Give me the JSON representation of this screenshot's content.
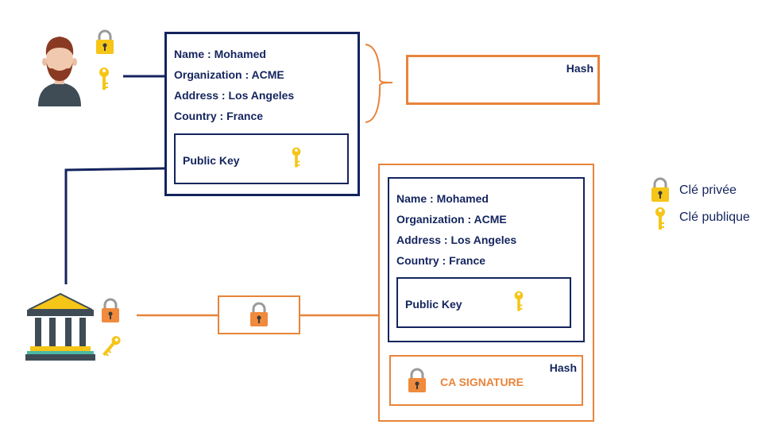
{
  "certificate_top": {
    "fields": [
      {
        "key": "Name",
        "value": "Mohamed"
      },
      {
        "key": "Organization",
        "value": "ACME"
      },
      {
        "key": "Address",
        "value": "Los Angeles"
      },
      {
        "key": "Country",
        "value": "France"
      }
    ],
    "public_key_label": "Public Key"
  },
  "hash_top_label": "Hash",
  "certificate_signed": {
    "fields": [
      {
        "key": "Name",
        "value": "Mohamed"
      },
      {
        "key": "Organization",
        "value": "ACME"
      },
      {
        "key": "Address",
        "value": "Los Angeles"
      },
      {
        "key": "Country",
        "value": "France"
      }
    ],
    "public_key_label": "Public Key",
    "hash_label": "Hash",
    "signature_label": "CA SIGNATURE"
  },
  "legend": {
    "private_key": "Clé privée",
    "public_key": "Clé publique"
  },
  "colors": {
    "navy": "#14245e",
    "orange": "#e8843a",
    "yellow": "#f5c518",
    "lock_orange": "#f08a3c"
  }
}
